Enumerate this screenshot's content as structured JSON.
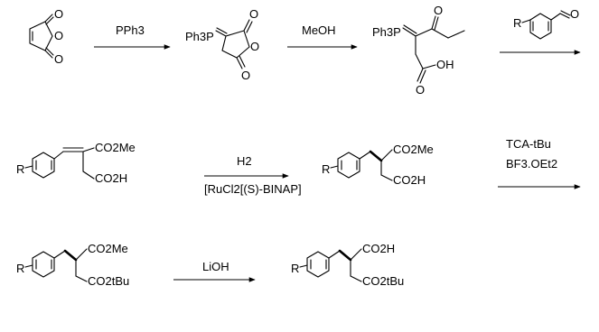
{
  "row1": {
    "reagent_1": "PPh3",
    "reagent_2": "MeOH",
    "ylide_label": "Ph3P",
    "ylide_label_2": "Ph3P",
    "ester_o": "O",
    "acid_oh": "OH",
    "aldehyde_r": "R",
    "carbonyl_o": "O"
  },
  "row2": {
    "r_label": "R",
    "ester_group": "CO2Me",
    "acid_group": "CO2H",
    "reagent_h2": "H2",
    "catalyst": "[RuCl2[(S)-BINAP]",
    "r_label_2": "R",
    "ester_group_2": "CO2Me",
    "acid_group_2": "CO2H",
    "reagent_tca": "TCA-tBu",
    "reagent_bf3": "BF3.OEt2"
  },
  "row3": {
    "r_label": "R",
    "ester_group": "CO2Me",
    "tbu_ester_group": "CO2tBu",
    "reagent_lioh": "LiOH",
    "r_label_2": "R",
    "acid_group": "CO2H",
    "tbu_ester_group_2": "CO2tBu"
  }
}
